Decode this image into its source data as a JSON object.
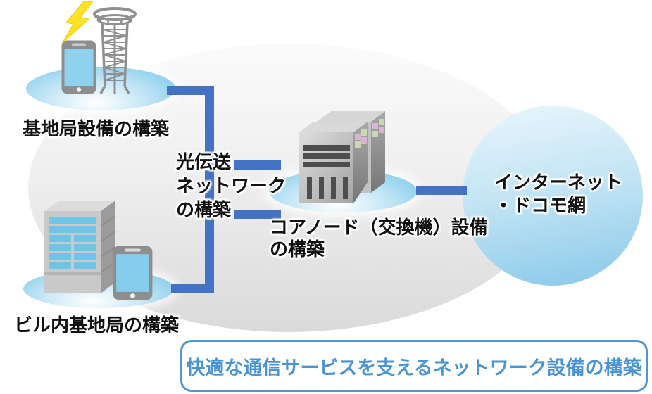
{
  "diagram": {
    "labels": {
      "base_station": "基地局設備の構築",
      "in_building": "ビル内基地局の構築",
      "optical_line1": "光伝送",
      "optical_line2": "ネットワーク",
      "optical_line3": "の構築",
      "core_line1": "コアノード（交換機）設備",
      "core_line2": "の構築",
      "internet_line1": "インターネット",
      "internet_line2": "・ドコモ網"
    },
    "banner": {
      "text": "快適な通信サービスを支えるネットワーク設備の構築"
    },
    "icons": {
      "lightning": "lightning-bolt-icon",
      "smartphone": "smartphone-icon",
      "radio_tower": "radio-tower-icon",
      "building": "office-building-icon",
      "core_server": "core-node-server-icon"
    },
    "colors": {
      "connector_blue": "#4472c4",
      "pad_blue": "#8ccfeb",
      "cloud_blue_top": "#eaf6fc",
      "cloud_blue_bottom": "#88c8e9",
      "background_ellipse_gray": "#dedede",
      "banner_blue": "#4f96d2",
      "banner_text_blue": "#4a94d4",
      "bolt_yellow": "#ffe226",
      "screen_blue": "#8ed2ee",
      "window_blue": "#6fc4e7",
      "label_black": "#111111"
    }
  }
}
